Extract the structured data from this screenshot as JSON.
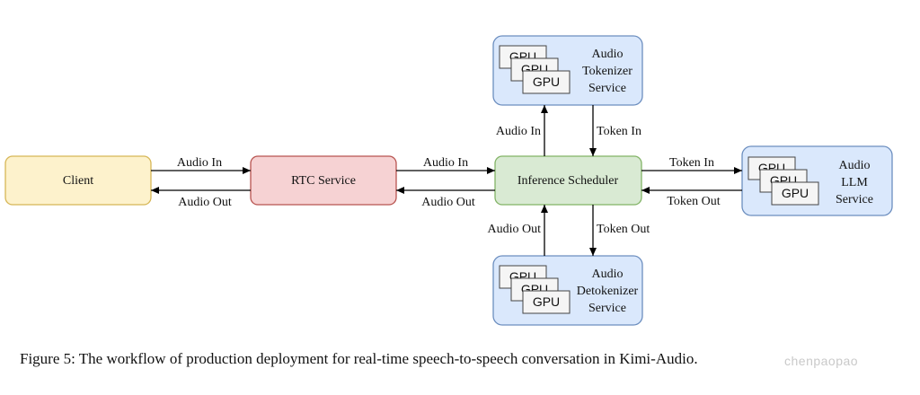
{
  "colors": {
    "client_fill": "#fdf2cc",
    "client_stroke": "#d6b656",
    "rtc_fill": "#f6d2d3",
    "rtc_stroke": "#b85450",
    "scheduler_fill": "#d9ead3",
    "scheduler_stroke": "#82b366",
    "service_fill": "#dae8fc",
    "service_stroke": "#6c8ebf",
    "gpu_fill": "#f5f5f5",
    "gpu_stroke": "#444444"
  },
  "nodes": {
    "client": "Client",
    "rtc": "RTC Service",
    "scheduler": "Inference Scheduler",
    "tokenizer": {
      "line1": "Audio",
      "line2": "Tokenizer",
      "line3": "Service",
      "gpu": "GPU"
    },
    "llm": {
      "line1": "Audio",
      "line2": "LLM",
      "line3": "Service",
      "gpu": "GPU"
    },
    "detokenizer": {
      "line1": "Audio",
      "line2": "Detokenizer",
      "line3": "Service",
      "gpu": "GPU"
    }
  },
  "edges": {
    "client_to_rtc": "Audio In",
    "rtc_to_client": "Audio Out",
    "rtc_to_scheduler": "Audio In",
    "scheduler_to_rtc": "Audio Out",
    "scheduler_to_tokenizer": "Audio In",
    "tokenizer_to_scheduler": "Token In",
    "scheduler_to_llm": "Token In",
    "llm_to_scheduler": "Token Out",
    "detokenizer_to_scheduler": "Audio Out",
    "scheduler_to_detokenizer": "Token Out"
  },
  "caption": "Figure 5: The workflow of production deployment for real-time speech-to-speech conversation in Kimi-Audio.",
  "watermark": "chenpaopao"
}
